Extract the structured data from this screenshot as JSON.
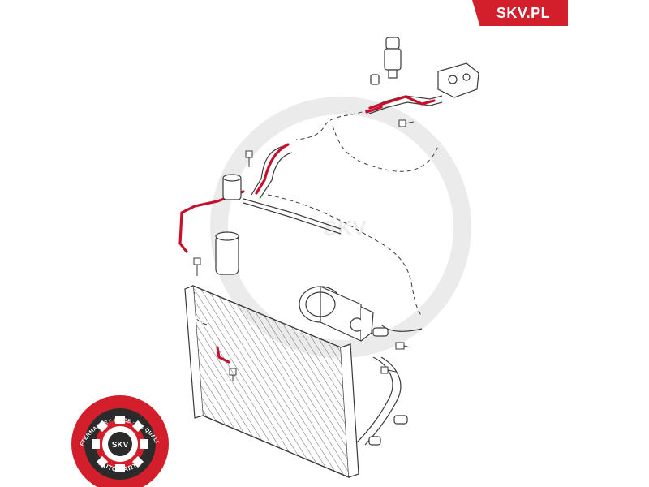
{
  "brand": {
    "label": "SKV.PL",
    "color": "#d21f2b"
  },
  "watermark": {
    "text": "SKV"
  },
  "seal": {
    "center_text": "SKV",
    "ring_top_text": "AFTERMARKET PRICE · OE QUALITY",
    "ring_bottom_text": "AUTO PARTS",
    "colors": {
      "outer": "#d21f2b",
      "inner": "#2b2b2b",
      "gear": "#ffffff"
    }
  },
  "diagram": {
    "highlight_color": "#c8102e",
    "line_color": "#3a3a3a"
  }
}
